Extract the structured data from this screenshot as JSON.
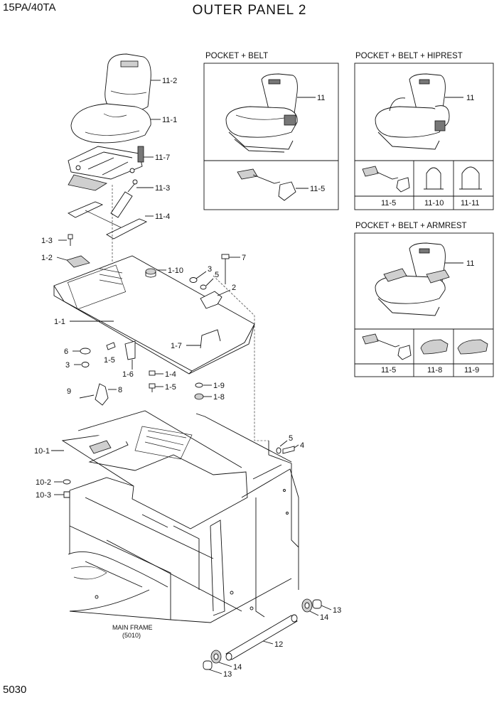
{
  "header": {
    "model": "15PA/40TA",
    "title": "OUTER PANEL 2"
  },
  "footer": {
    "page_number": "5030"
  },
  "boxes": {
    "pocket_belt": {
      "title": "POCKET + BELT"
    },
    "pocket_belt_hiprest": {
      "title": "POCKET + BELT + HIPREST"
    },
    "pocket_belt_armrest": {
      "title": "POCKET + BELT + ARMREST"
    }
  },
  "main_frame": {
    "line1": "MAIN FRAME",
    "line2": "(5010)"
  },
  "callouts": {
    "c11_2": "11-2",
    "c11_1": "11-1",
    "c11_7": "11-7",
    "c11_3": "11-3",
    "c11_4": "11-4",
    "c1_3": "1-3",
    "c1_2": "1-2",
    "c1_10": "1-10",
    "c3a": "3",
    "c5a": "5",
    "c7": "7",
    "c2": "2",
    "c1_1": "1-1",
    "c6": "6",
    "c1_5a": "1-5",
    "c3b": "3",
    "c1_6": "1-6",
    "c1_7": "1-7",
    "c1_4": "1-4",
    "c1_5b": "1-5",
    "c9": "9",
    "c8": "8",
    "c1_9": "1-9",
    "c1_8": "1-8",
    "c5b": "5",
    "c4": "4",
    "c10_1": "10-1",
    "c10_2": "10-2",
    "c10_3": "10-3",
    "c13a": "13",
    "c14a": "14",
    "c12": "12",
    "c14b": "14",
    "c13b": "13",
    "pb_11": "11",
    "pb_11_5": "11-5",
    "hr_11": "11",
    "hr_11_5": "11-5",
    "hr_11_10": "11-10",
    "hr_11_11": "11-11",
    "ar_11": "11",
    "ar_11_5": "11-5",
    "ar_11_8": "11-8",
    "ar_11_9": "11-9"
  }
}
